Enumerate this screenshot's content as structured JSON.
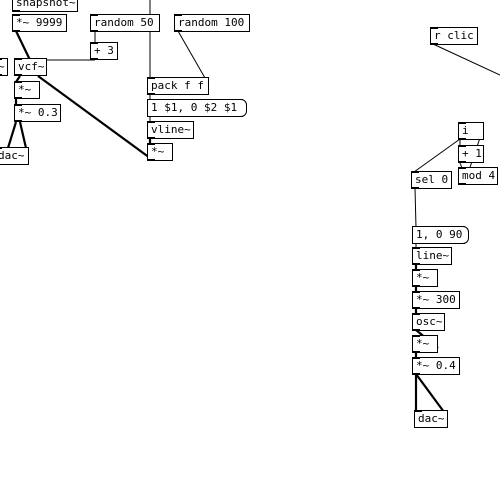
{
  "objects": {
    "snapshot": "snapshot~",
    "mul9999": "*~ 9999",
    "random50": "random 50",
    "random100": "random 100",
    "plus3": "+ 3",
    "tilde_left": "~",
    "vcf": "vcf~",
    "mul_a": "*~",
    "mul03": "*~ 0.3",
    "dac_left": "dac~",
    "packff": "pack f f",
    "msg_ramp": "1 $1, 0 $2 $1",
    "vline": "vline~",
    "mul_b": "*~",
    "r_clic": "r clic",
    "i_obj": "i",
    "plus1": "+ 1",
    "mod4": "mod 4",
    "sel0": "sel 0",
    "msg_env": "1, 0 90",
    "line": "line~",
    "mul_c": "*~",
    "mul300": "*~ 300",
    "osc": "osc~",
    "mul_d": "*~",
    "mul04": "*~ 0.4",
    "dac_right": "dac~"
  }
}
